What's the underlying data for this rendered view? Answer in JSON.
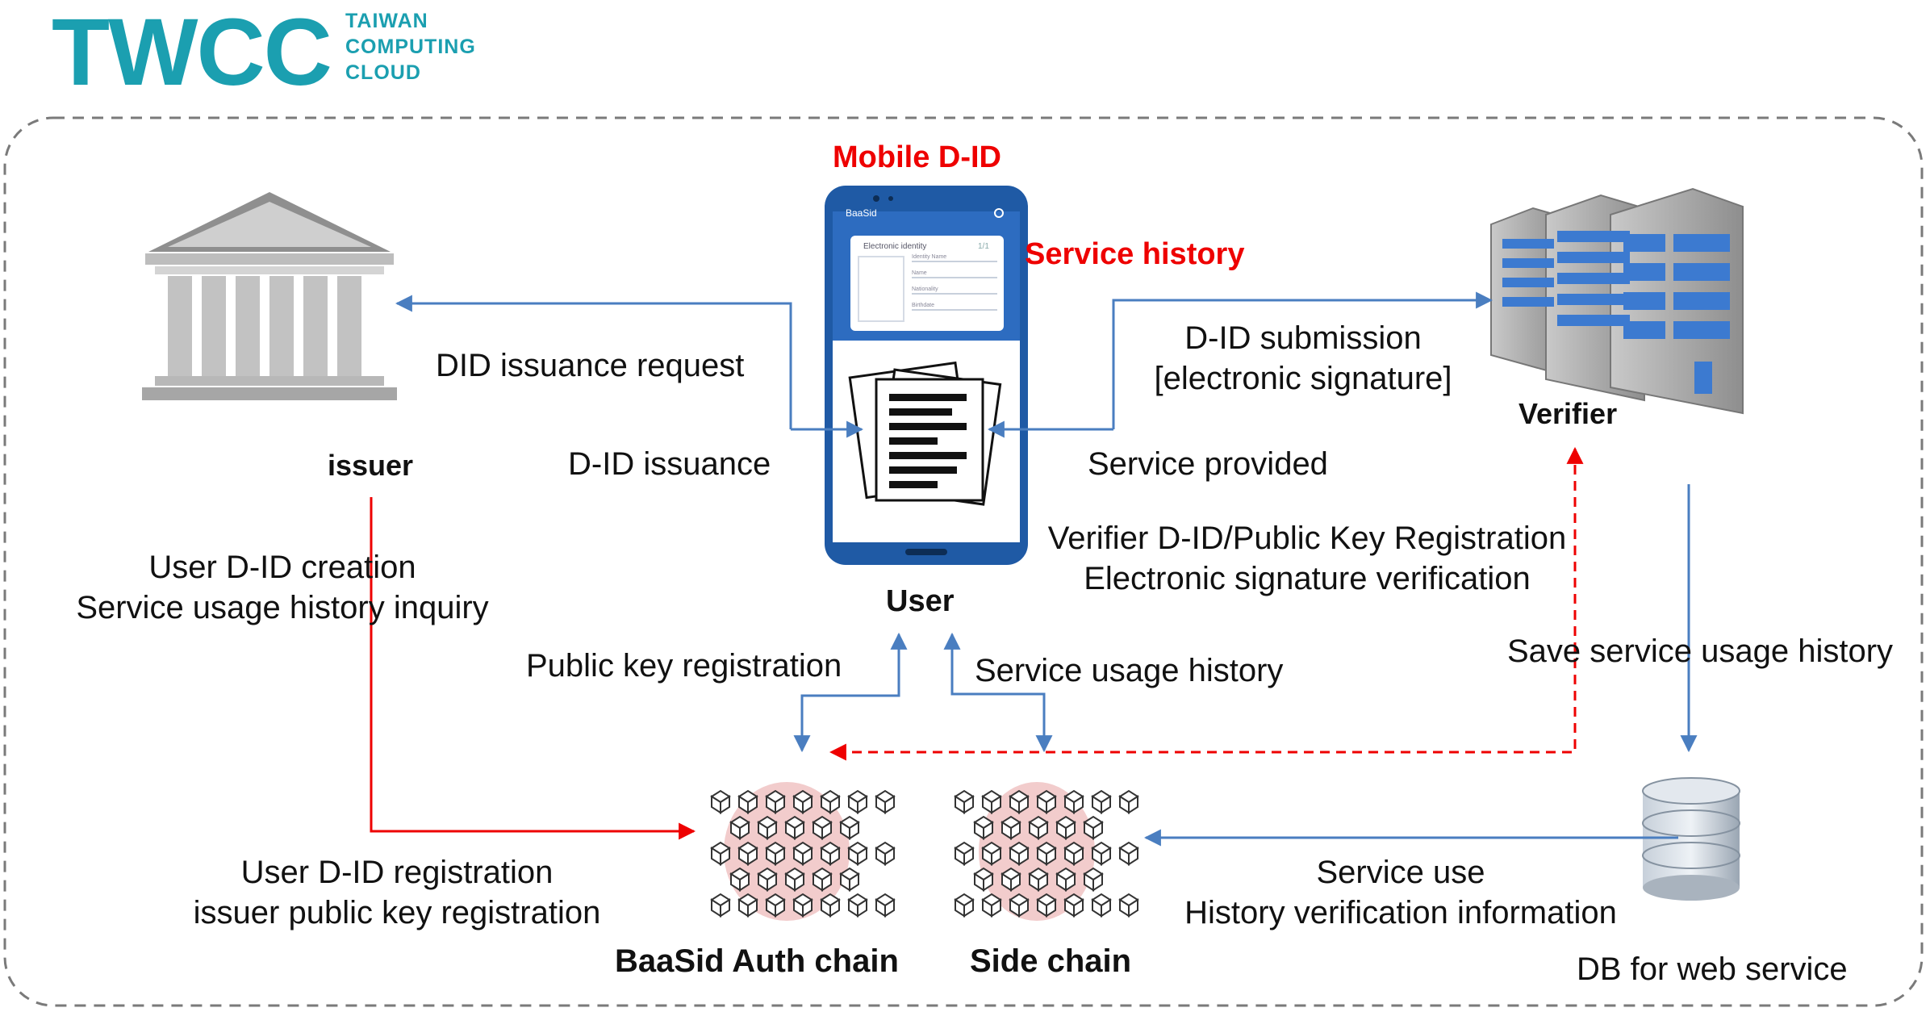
{
  "logo": {
    "mark": "TWCC",
    "sub": [
      "TAIWAN",
      "COMPUTING",
      "CLOUD"
    ]
  },
  "nodes": {
    "issuer": "issuer",
    "mobile_title": "Mobile D-ID",
    "user": "User",
    "verifier": "Verifier",
    "auth_chain": "BaaSid Auth chain",
    "side_chain": "Side chain",
    "db": "DB for web service"
  },
  "phone": {
    "app_name": "BaaSid",
    "card_title": "Electronic identity",
    "card_badge": "1/1",
    "fields": [
      "Identity Name",
      "Name",
      "Nationality",
      "Birthdate"
    ]
  },
  "labels": {
    "service_history": "Service history",
    "did_issuance_request": "DID issuance request",
    "did_issuance": "D-ID issuance",
    "did_submission": [
      "D-ID submission",
      "[electronic signature]"
    ],
    "service_provided": "Service provided",
    "verifier_registration": [
      "Verifier D-ID/Public Key Registration",
      "Electronic signature verification"
    ],
    "user_did_creation": [
      "User D-ID creation",
      "Service usage history inquiry"
    ],
    "public_key_registration": "Public key registration",
    "service_usage_history": "Service usage history",
    "save_service_usage_history": "Save service usage history",
    "user_did_registration": [
      "User D-ID registration",
      "issuer public key registration"
    ],
    "service_use": [
      "Service use",
      "History verification information"
    ]
  },
  "colors": {
    "brand": "#1b9fb0",
    "arrow_blue": "#4a7ec0",
    "arrow_red": "#ee0000",
    "highlight_red": "#ee0000",
    "chain_halo": "#f2cccc",
    "phone_blue": "#1f5aa5"
  },
  "icons": [
    "bank-icon",
    "smartphone-icon",
    "documents-icon",
    "office-buildings-icon",
    "blockchain-cubes-icon",
    "database-icon"
  ]
}
